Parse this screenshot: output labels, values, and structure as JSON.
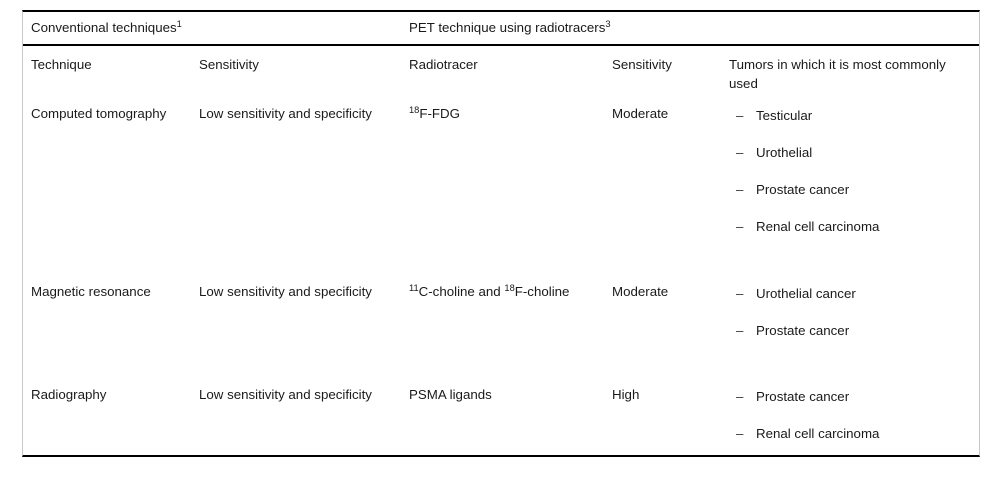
{
  "table": {
    "group_headers": [
      {
        "label": "Conventional techniques",
        "footnote": "1",
        "span": 2
      },
      {
        "label": "PET technique using radiotracers",
        "footnote": "3",
        "span": 3
      }
    ],
    "column_headers": [
      "Technique",
      "Sensitivity",
      "Radiotracer",
      "Sensitivity",
      "Tumors in which it is most commonly used"
    ],
    "rows": [
      {
        "technique": "Computed tomography",
        "conventional_sensitivity": "Low sensitivity and specificity",
        "radiotracer_prefix_sup": "18",
        "radiotracer": "F-FDG",
        "radiotracer_plain": "18F-FDG",
        "pet_sensitivity": "Moderate",
        "tumors": [
          "Testicular",
          "Urothelial",
          "Prostate cancer",
          "Renal cell carcinoma"
        ]
      },
      {
        "technique": "Magnetic resonance",
        "conventional_sensitivity": "Low sensitivity and specificity",
        "radiotracer_prefix_sup": "11",
        "radiotracer": "C-choline and ",
        "radiotracer_sup2": "18",
        "radiotracer_tail": "F-choline",
        "radiotracer_plain": "11C-choline and 18F-choline",
        "pet_sensitivity": "Moderate",
        "tumors": [
          "Urothelial cancer",
          "Prostate cancer"
        ]
      },
      {
        "technique": "Radiography",
        "conventional_sensitivity": "Low sensitivity and specificity",
        "radiotracer_plain": "PSMA ligands",
        "pet_sensitivity": "High",
        "tumors": [
          "Prostate cancer",
          "Renal cell carcinoma"
        ]
      }
    ],
    "bullet_glyph": "–"
  },
  "colors": {
    "rule": "#000000",
    "side_border": "#c9c9c9",
    "text": "#1a1a1a",
    "background": "#ffffff"
  }
}
